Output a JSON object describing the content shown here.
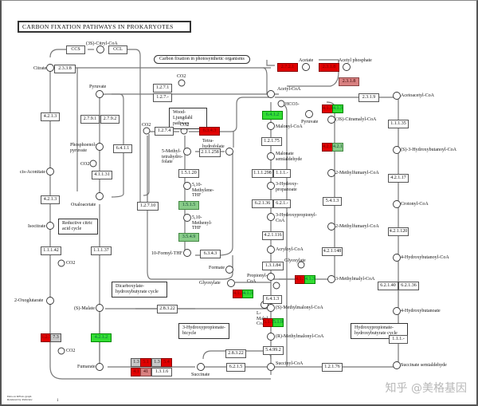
{
  "title": "CARBON FIXATION PATHWAYS IN PROKARYOTES",
  "link_box": "Carbon fixation in photosynthetic organisms",
  "pathway_boxes": {
    "wood": "Wood-Ljungdahl pathway",
    "rtca": "Reductive citric acid cycle",
    "dch": "Dicarboxylate-hydroxybutyrate cycle",
    "hpb": "3-Hydroxypropionate-bicycle",
    "hphb": "Hydroxypropionate-hydroxybutyrate cycle"
  },
  "compounds": {
    "citryl": "(3S)-Citryl-CoA",
    "citrate": "Citrate",
    "pyruvate": "Pyruvate",
    "pep": "Phosphoenol-pyruvate",
    "co2": "CO2",
    "oxaloacetate": "Oxaloacetate",
    "cisacon": "cis-Aconitate",
    "isocitrate": "Isocitrate",
    "oxoglut": "2-Oxoglutarate",
    "malate": "(S)-Malate",
    "fumarate": "Fumarate",
    "succinate": "Succinate",
    "acetate": "Acetate",
    "acetylp": "Acetyl phosphate",
    "acetylcoa": "Acetyl-CoA",
    "hco3": "HCO3-",
    "pyruvate2": "Pyruvate",
    "citramalyl": "(3S)-Citramalyl-CoA",
    "malonylcoa": "Malonyl-CoA",
    "malsa": "Malonate semialdehyde",
    "hpa": "3-Hydroxy-propanoate",
    "hpcoa": "3-Hydroxypropionyl-CoA",
    "acryloyl": "Acryloyl-CoA",
    "propionyl": "Propionyl-CoA",
    "glyoxylate": "Glyoxylate",
    "glyoxylate2": "Glyoxylate",
    "malylcoa": "L-Malyl-CoA",
    "smm": "(S)-Methylmalonyl-CoA",
    "rmm": "(R)-Methylmalonyl-CoA",
    "succinylcoa": "Succinyl-CoA",
    "mesaconyl1": "2-Methylfumaryl-CoA",
    "mesaconyl2": "2-Methylfumaryl-CoA",
    "methylmalyl": "3-Methylmalyl-CoA",
    "acetoacetyl": "Acetoacetyl-CoA",
    "hbcoa": "(S)-3-Hydroxybutanoyl-CoA",
    "crotonyl": "Crotonyl-CoA",
    "hbutcoa": "4-Hydroxybutanoyl-CoA",
    "hbut": "4-Hydroxybutanoate",
    "succsa": "Succinate semialdehyde",
    "thf": "Tetra-hydrofolate",
    "methylthf": "5-Methyl-tetrahydro-folate",
    "methylenethf": "5,10-Methylene-THF",
    "methenylthf": "5,10-Methenyl-THF",
    "formylthf": "10-Formyl-THF",
    "formate": "Formate",
    "co2a": "CO2",
    "co2b": "CO2",
    "co2c": "CO2",
    "co2d": "CO2",
    "co2e": "CO2"
  },
  "enzymes": [
    {
      "id": "ccs",
      "label": "CCS",
      "status": "none"
    },
    {
      "id": "ccl",
      "label": "CCL",
      "status": "none"
    },
    {
      "id": "e2338",
      "label": "2.3.3.8",
      "status": "none"
    },
    {
      "id": "e1271",
      "label": "1.2.7.1",
      "status": "none"
    },
    {
      "id": "e127x",
      "label": "1.2.7.-",
      "status": "none"
    },
    {
      "id": "e2791",
      "label": "2.7.9.1",
      "status": "none"
    },
    {
      "id": "e2792",
      "label": "2.7.9.2",
      "status": "none"
    },
    {
      "id": "e6411",
      "label": "6.4.1.1",
      "status": "none"
    },
    {
      "id": "e41131",
      "label": "4.1.1.31",
      "status": "none"
    },
    {
      "id": "e4213a",
      "label": "4.2.1.3",
      "status": "none"
    },
    {
      "id": "e4213b",
      "label": "4.2.1.3",
      "status": "none"
    },
    {
      "id": "e11142",
      "label": "1.1.1.42",
      "status": "none"
    },
    {
      "id": "e11137",
      "label": "1.1.1.37",
      "status": "none"
    },
    {
      "id": "e12710",
      "label": "1.2.7.10",
      "status": "none"
    },
    {
      "id": "e1274",
      "label": "1.2.7.4",
      "status": "none"
    },
    {
      "id": "e6343",
      "label": "6.3.4.3",
      "status": "up"
    },
    {
      "id": "e211258",
      "label": "2.1.1.258",
      "status": "none"
    },
    {
      "id": "e15120",
      "label": "1.5.1.20",
      "status": "none"
    },
    {
      "id": "e1515",
      "label": "1.5.1.5",
      "status": "down"
    },
    {
      "id": "e3549",
      "label": "3.5.4.9",
      "status": "down"
    },
    {
      "id": "e6343b",
      "label": "6.3.4.3",
      "status": "none"
    },
    {
      "id": "e2721",
      "label": "2.7.2.1",
      "status": "up"
    },
    {
      "id": "e2318a",
      "label": "2.3.1.8",
      "status": "up"
    },
    {
      "id": "e2318b",
      "label": "2.3.1.8",
      "status": "mixed"
    },
    {
      "id": "e2319",
      "label": "2.3.1.9",
      "status": "none"
    },
    {
      "id": "e6412",
      "label": "6.4.1.2",
      "status": "down"
    },
    {
      "id": "e12175",
      "label": "1.2.1.75",
      "status": "none"
    },
    {
      "id": "e111298",
      "label": "1.1.1.298",
      "status": "none"
    },
    {
      "id": "e111x",
      "label": "1.1.1.-",
      "status": "none"
    },
    {
      "id": "e62136",
      "label": "6.2.1.36",
      "status": "none"
    },
    {
      "id": "e621x",
      "label": "6.2.1.-",
      "status": "none"
    },
    {
      "id": "e421116",
      "label": "4.2.1.116",
      "status": "none"
    },
    {
      "id": "e13184",
      "label": "1.3.1.84",
      "status": "none"
    },
    {
      "id": "e41325",
      "label": "4.1.3.25",
      "status": "up"
    },
    {
      "id": "e41325b",
      "label": "4.1.3.25",
      "status": "down"
    },
    {
      "id": "e42153a",
      "label": "4.2.1.153",
      "status": "up"
    },
    {
      "id": "e42153b",
      "label": "4.2.1.153",
      "status": "down"
    },
    {
      "id": "e5413",
      "label": "5.4.1.3",
      "status": "none"
    },
    {
      "id": "e421148",
      "label": "4.2.1.148",
      "status": "none"
    },
    {
      "id": "e41324a",
      "label": "4.1.3.24",
      "status": "up"
    },
    {
      "id": "e41324b",
      "label": "4.1.3.24",
      "status": "down"
    },
    {
      "id": "e41324c",
      "label": "4.1.3.24",
      "status": "up"
    },
    {
      "id": "e41324d",
      "label": "4.1.3.24",
      "status": "down"
    },
    {
      "id": "e6413",
      "label": "6.4.1.3",
      "status": "none"
    },
    {
      "id": "e5199a",
      "label": "5.1.99.1",
      "status": "up"
    },
    {
      "id": "e5199b",
      "label": "5.1.99.1",
      "status": "down"
    },
    {
      "id": "e54992",
      "label": "5.4.99.2",
      "status": "none"
    },
    {
      "id": "e12176",
      "label": "1.2.1.76",
      "status": "none"
    },
    {
      "id": "e28322a",
      "label": "2.8.3.22",
      "status": "none"
    },
    {
      "id": "e28322b",
      "label": "2.8.3.22",
      "status": "none"
    },
    {
      "id": "e6215",
      "label": "6.2.1.5",
      "status": "none"
    },
    {
      "id": "e11135",
      "label": "1.1.1.35",
      "status": "none"
    },
    {
      "id": "e42117",
      "label": "4.2.1.17",
      "status": "none"
    },
    {
      "id": "e421120",
      "label": "4.2.1.120",
      "status": "none"
    },
    {
      "id": "e62140",
      "label": "6.2.1.40",
      "status": "none"
    },
    {
      "id": "e62136b",
      "label": "6.2.1.36",
      "status": "none"
    },
    {
      "id": "e111x2",
      "label": "1.1.1.-",
      "status": "none"
    },
    {
      "id": "e1273a",
      "label": "1.2.7.3",
      "status": "up"
    },
    {
      "id": "e1273b",
      "label": "7.3",
      "status": "gray"
    },
    {
      "id": "e4212",
      "label": "4.2.1.2",
      "status": "down"
    },
    {
      "id": "e135a",
      "label": "1.3",
      "status": "gray"
    },
    {
      "id": "e135b",
      "label": "5.1",
      "status": "up"
    },
    {
      "id": "e135c",
      "label": "1.3",
      "status": "gray"
    },
    {
      "id": "e135d",
      "label": "5.4",
      "status": "up"
    },
    {
      "id": "e141a",
      "label": "4.1",
      "status": "up"
    },
    {
      "id": "e141b",
      "label": "41",
      "status": "mixed"
    },
    {
      "id": "e1316",
      "label": "1.3.1.6",
      "status": "none"
    }
  ],
  "footer": {
    "line1": "Data on KEGG graph",
    "line2": "Rendered by Pathview",
    "page": "1"
  },
  "watermark": "知乎 @美格基因",
  "colors": {
    "up": "#e00000",
    "down": "#33dd33",
    "lightdown": "#88cc88",
    "none": "#ffffff",
    "gray": "#c8c8c8"
  }
}
